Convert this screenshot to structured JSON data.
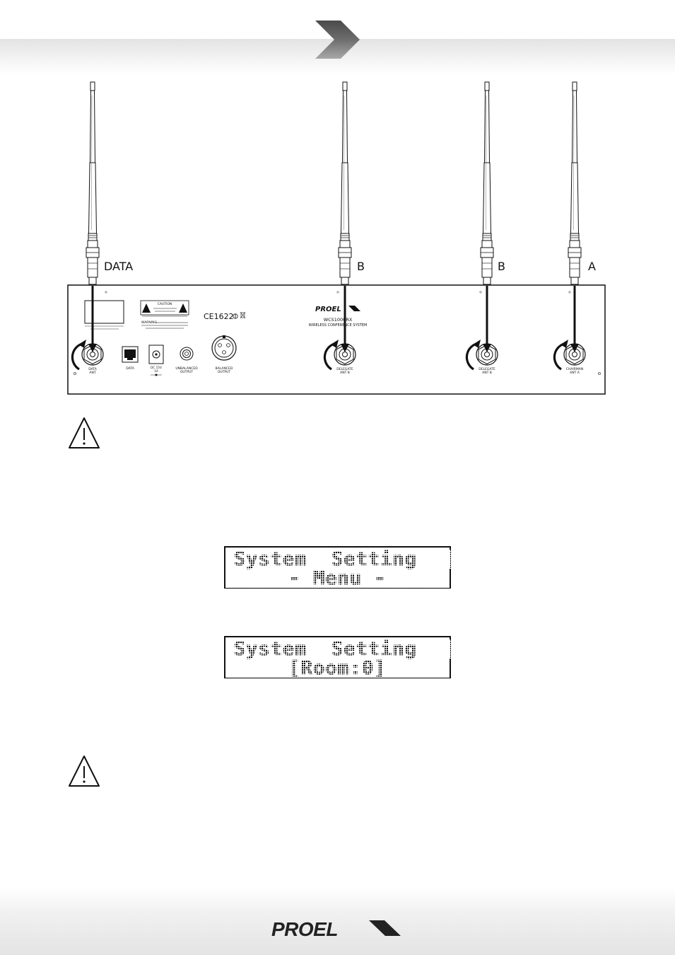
{
  "antenna_labels": {
    "data": "DATA",
    "b1": "B",
    "b2": "B",
    "a": "A"
  },
  "panel": {
    "brand": "PROEL",
    "model": "WCS1000RX",
    "system": "WIRELESS CONFERENCE SYSTEM",
    "ce_mark": "CE1622",
    "caution_title": "CAUTION",
    "warning_label": "WARNING",
    "port_labels": {
      "data_ant_1": "DATA",
      "data_ant_2": "ANT",
      "data": "DATA",
      "power_1": "DC 15V",
      "power_2": "1A",
      "unbalanced_1": "UNBALANCED",
      "unbalanced_2": "OUTPUT",
      "balanced_1": "BALANCED",
      "balanced_2": "OUTPUT",
      "delegate_b1_1": "DELEGATE",
      "delegate_b1_2": "ANT B",
      "delegate_b2_1": "DELEGATE",
      "delegate_b2_2": "ANT B",
      "chairman_1": "CHAIRMAN",
      "chairman_2": "ANT A"
    }
  },
  "lcd_screens": [
    {
      "line1": "System  Setting",
      "line2": "- Menu -"
    },
    {
      "line1": "System  Setting",
      "line2": "[Room:0]"
    }
  ],
  "footer": {
    "brand": "PROEL"
  },
  "colors": {
    "ink": "#111111",
    "band": "#e6e6e6",
    "chevron": "#6a6a6a"
  }
}
